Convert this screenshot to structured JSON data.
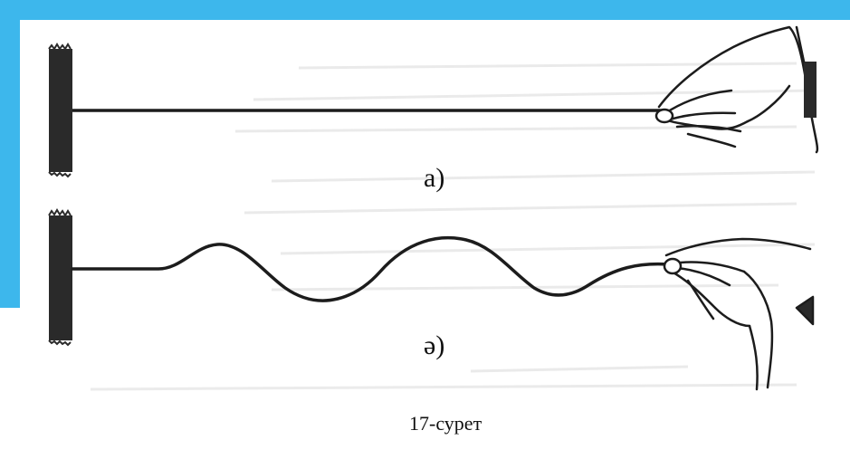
{
  "colors": {
    "frame": "#3db7ec",
    "ink": "#1c1c1c",
    "paper": "#ffffff"
  },
  "panels": [
    {
      "label": "а)"
    },
    {
      "label": "ә)"
    }
  ],
  "figure": {
    "caption": "17-сурет"
  }
}
